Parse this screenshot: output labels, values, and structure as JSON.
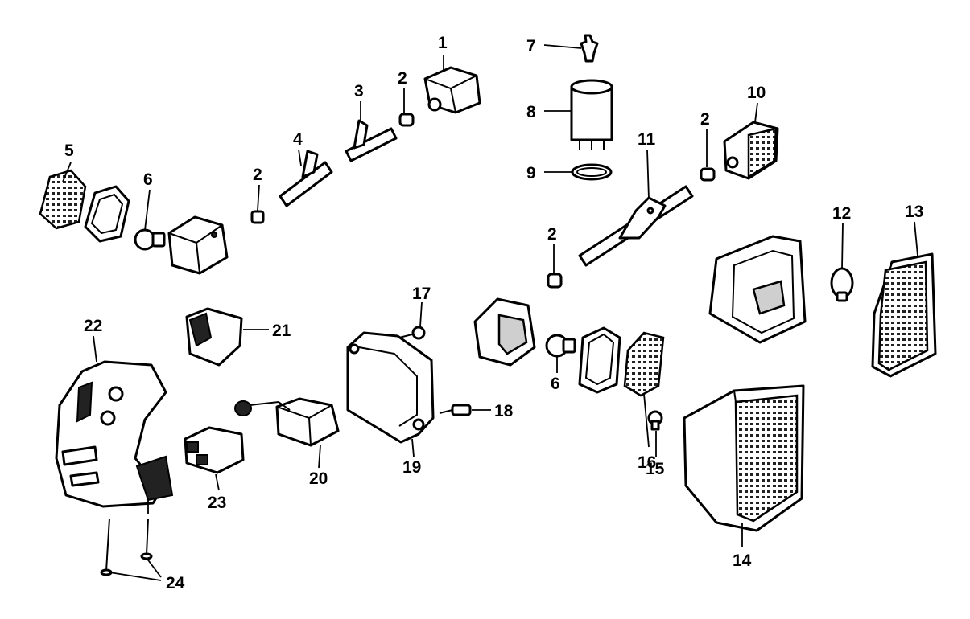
{
  "callouts": [
    {
      "id": "c1",
      "text": "1"
    },
    {
      "id": "c2a",
      "text": "2"
    },
    {
      "id": "c2b",
      "text": "2"
    },
    {
      "id": "c2c",
      "text": "2"
    },
    {
      "id": "c2d",
      "text": "2"
    },
    {
      "id": "c3",
      "text": "3"
    },
    {
      "id": "c4",
      "text": "4"
    },
    {
      "id": "c5",
      "text": "5"
    },
    {
      "id": "c6a",
      "text": "6"
    },
    {
      "id": "c6b",
      "text": "6"
    },
    {
      "id": "c7",
      "text": "7"
    },
    {
      "id": "c8",
      "text": "8"
    },
    {
      "id": "c9",
      "text": "9"
    },
    {
      "id": "c10",
      "text": "10"
    },
    {
      "id": "c11",
      "text": "11"
    },
    {
      "id": "c12",
      "text": "12"
    },
    {
      "id": "c13",
      "text": "13"
    },
    {
      "id": "c14",
      "text": "14"
    },
    {
      "id": "c15",
      "text": "15"
    },
    {
      "id": "c16",
      "text": "16"
    },
    {
      "id": "c17",
      "text": "17"
    },
    {
      "id": "c18",
      "text": "18"
    },
    {
      "id": "c19",
      "text": "19"
    },
    {
      "id": "c20",
      "text": "20"
    },
    {
      "id": "c21",
      "text": "21"
    },
    {
      "id": "c22",
      "text": "22"
    },
    {
      "id": "c23",
      "text": "23"
    },
    {
      "id": "c24",
      "text": "24"
    }
  ]
}
